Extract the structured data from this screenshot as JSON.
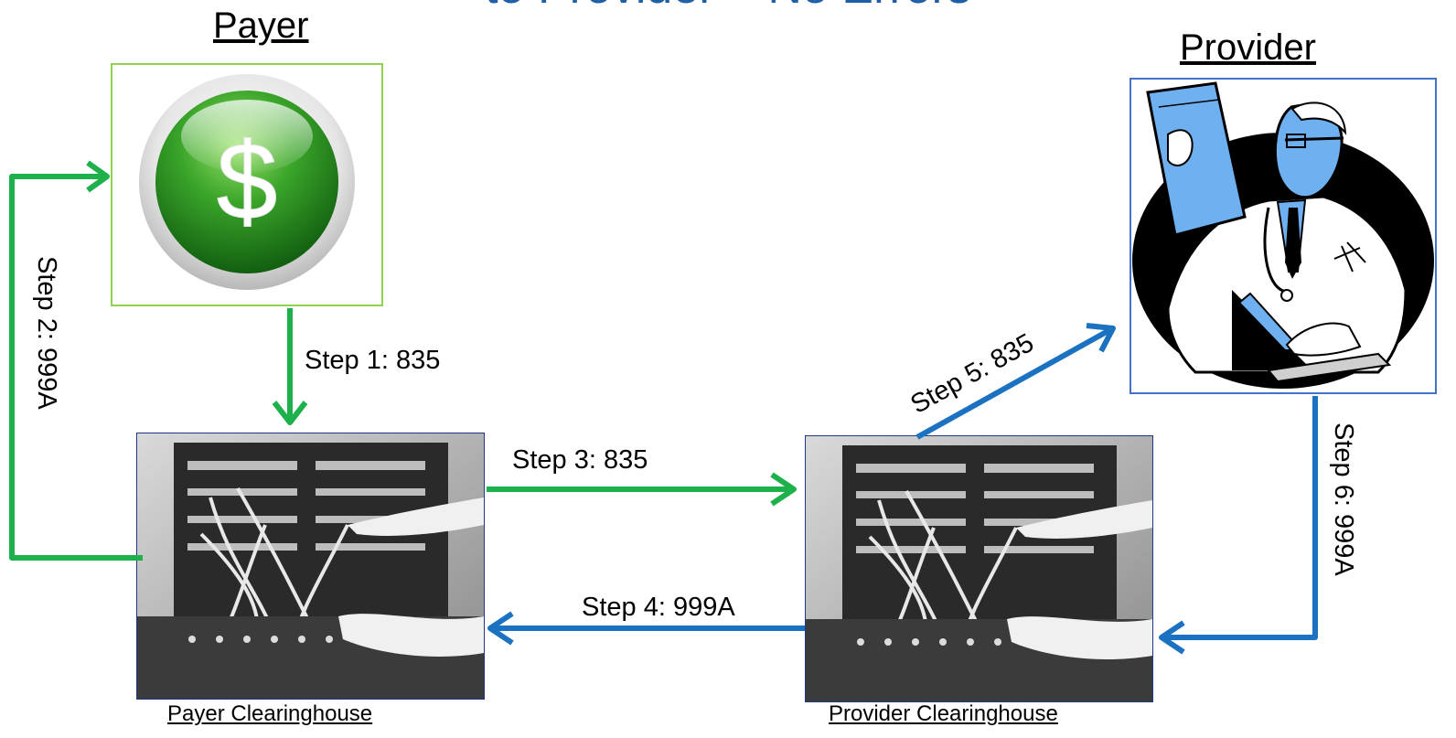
{
  "slide": {
    "title_partial": "to Provider – No Errors"
  },
  "payer": {
    "heading": "Payer",
    "icon": "dollar-coin-icon",
    "border_color": "#92d050"
  },
  "provider": {
    "heading": "Provider",
    "icon": "doctor-with-laptop-icon",
    "border_color": "#4472c4"
  },
  "payer_clearinghouse": {
    "caption": "Payer Clearinghouse",
    "image": "switchboard-operator-photo"
  },
  "provider_clearinghouse": {
    "caption": "Provider Clearinghouse",
    "image": "switchboard-operator-photo"
  },
  "steps": {
    "step1": "Step 1: 835",
    "step2": "Step 2: 999A",
    "step3": "Step 3: 835",
    "step4": "Step 4: 999A",
    "step5": "Step 5: 835",
    "step6": "Step 6: 999A"
  },
  "colors": {
    "green_arrow": "#1db04b",
    "blue_arrow": "#1a72c0",
    "title_blue": "#1f5fa8"
  }
}
